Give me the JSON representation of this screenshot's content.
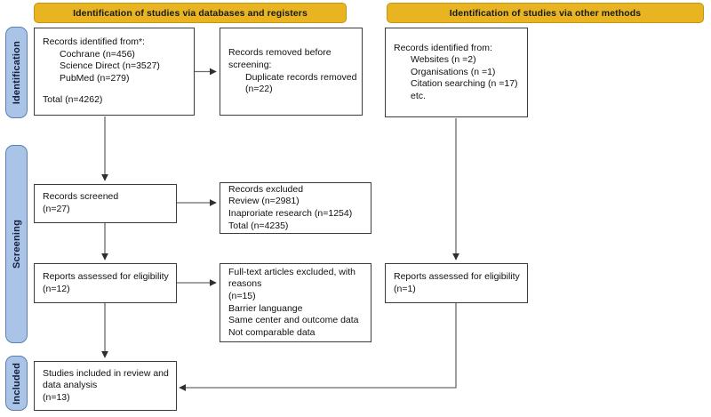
{
  "diagram": {
    "type": "prisma-flow-diagram",
    "headers": [
      {
        "id": "databases",
        "label": "Identification of studies via databases and registers"
      },
      {
        "id": "other-methods",
        "label": "Identification of studies via other methods"
      }
    ],
    "stages": [
      {
        "id": "identification",
        "label": "Identification"
      },
      {
        "id": "screening",
        "label": "Screening"
      },
      {
        "id": "included",
        "label": "Included"
      }
    ],
    "boxes": {
      "records_identified": {
        "title": "Records identified from*:",
        "sources": [
          "Cochrane (n=456)",
          "Science Direct (n=3527)",
          "PubMed (n=279)"
        ],
        "total": "Total (n=4262)"
      },
      "records_removed": {
        "title": "Records removed before",
        "title2": "screening:",
        "duplicates": "Duplicate records removed",
        "duplicates_n": "(n=22)"
      },
      "other_identified": {
        "title": "Records identified from:",
        "sources": [
          "Websites (n =2)",
          "Organisations (n =1)",
          "Citation searching (n =17)",
          "etc."
        ]
      },
      "records_screened": {
        "title": "Records screened",
        "count": "(n=27)"
      },
      "records_excluded": {
        "title": "Records excluded",
        "reasons": [
          "Review (n=2981)",
          "Inaproriate research (n=1254)",
          "Total (n=4235)"
        ]
      },
      "reports_eligibility": {
        "title": "Reports assessed for eligibility",
        "count": "(n=12)"
      },
      "fulltext_excluded": {
        "title": "Full-text articles excluded, with",
        "title2": "reasons",
        "count": "(n=15)",
        "reasons": [
          "Barrier languange",
          "Same center and outcome data",
          "Not comparable data"
        ]
      },
      "reports_eligibility_other": {
        "title": "Reports assessed for eligibility",
        "count": "(n=1)"
      },
      "studies_included": {
        "title": "Studies included in review and",
        "title2": "data analysis",
        "count": "(n=13)"
      }
    },
    "colors": {
      "header_fill": "#e8b422",
      "header_border": "#c79412",
      "stage_fill": "#aac4e8",
      "stage_border": "#5b7fb5",
      "box_border": "#3b3b3b",
      "connector": "#6a6a6a",
      "text": "#101010"
    }
  }
}
